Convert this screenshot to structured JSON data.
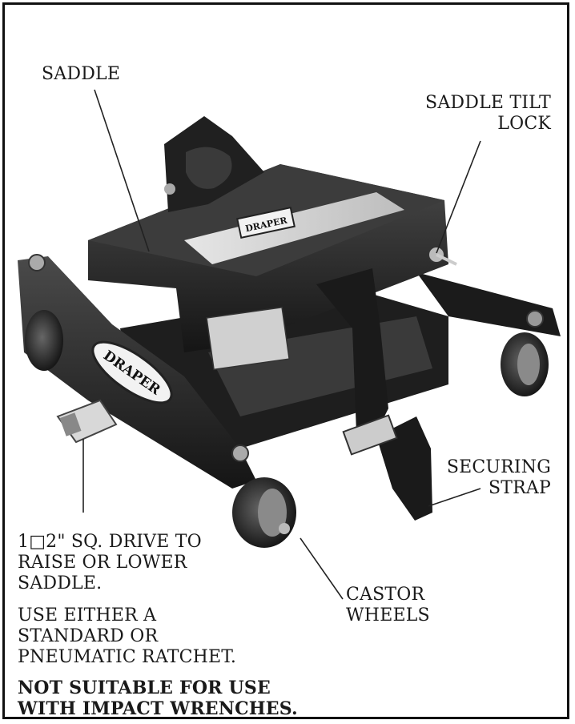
{
  "labels": {
    "saddle": "SADDLE",
    "saddle_tilt_lock": [
      "SADDLE TILT",
      "LOCK"
    ],
    "securing_strap": [
      "SECURING",
      "STRAP"
    ],
    "castor_wheels": [
      "CASTOR",
      "WHEELS"
    ],
    "drive": [
      "1□2\" SQ. DRIVE TO",
      "RAISE OR LOWER",
      "SADDLE."
    ],
    "ratchet": [
      "USE EITHER A",
      "STANDARD OR",
      "PNEUMATIC RATCHET."
    ],
    "warning": [
      "NOT SUITABLE FOR USE",
      "WITH IMPACT WRENCHES."
    ]
  },
  "product_markings": {
    "brand": "DRAPER"
  },
  "colors": {
    "frame": "#111111",
    "jack_body": "#2a2a2a",
    "text": "#1a1a1a"
  }
}
